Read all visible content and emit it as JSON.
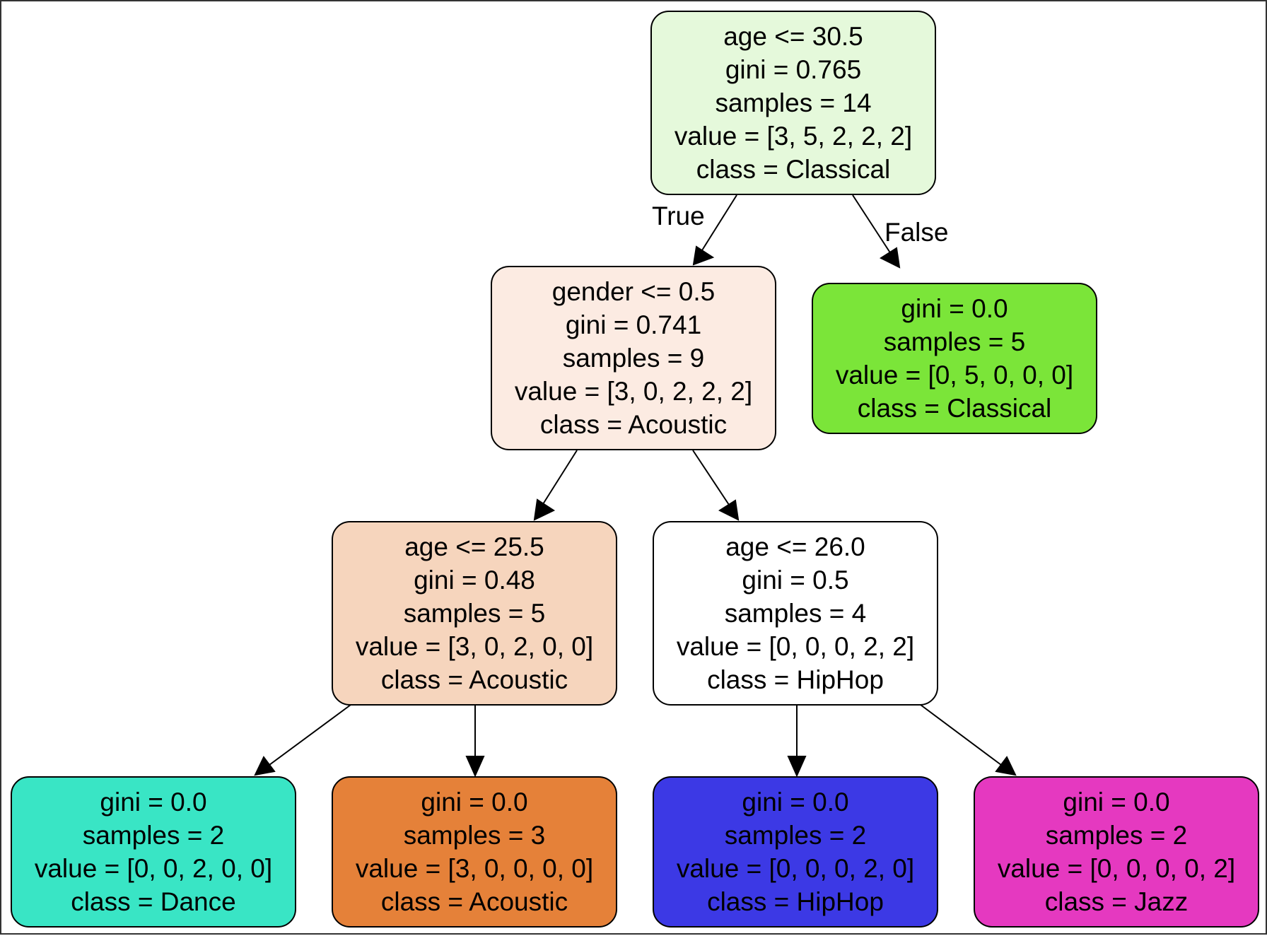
{
  "colors": {
    "root": "#e5f9db",
    "classical_leaf": "#7be539",
    "gender_node": "#fcebe2",
    "age255_node": "#f6d5bd",
    "age260_node": "#ffffff",
    "dance_leaf": "#39e5c5",
    "acoustic_leaf": "#e58139",
    "hiphop_leaf": "#3c39e5",
    "jazz_leaf": "#e539c0",
    "edge": "#000000"
  },
  "edge_labels": {
    "true_label": "True",
    "false_label": "False"
  },
  "tree": {
    "root": {
      "line1": "age <= 30.5",
      "line2": "gini = 0.765",
      "line3": "samples = 14",
      "line4": "value = [3, 5, 2, 2, 2]",
      "line5": "class = Classical"
    },
    "gender_node": {
      "line1": "gender <= 0.5",
      "line2": "gini = 0.741",
      "line3": "samples = 9",
      "line4": "value = [3, 0, 2, 2, 2]",
      "line5": "class = Acoustic"
    },
    "classical_leaf": {
      "line1": "gini = 0.0",
      "line2": "samples = 5",
      "line3": "value = [0, 5, 0, 0, 0]",
      "line4": "class = Classical"
    },
    "age255_node": {
      "line1": "age <= 25.5",
      "line2": "gini = 0.48",
      "line3": "samples = 5",
      "line4": "value = [3, 0, 2, 0, 0]",
      "line5": "class = Acoustic"
    },
    "age260_node": {
      "line1": "age <= 26.0",
      "line2": "gini = 0.5",
      "line3": "samples = 4",
      "line4": "value = [0, 0, 0, 2, 2]",
      "line5": "class = HipHop"
    },
    "dance_leaf": {
      "line1": "gini = 0.0",
      "line2": "samples = 2",
      "line3": "value = [0, 0, 2, 0, 0]",
      "line4": "class = Dance"
    },
    "acoustic_leaf": {
      "line1": "gini = 0.0",
      "line2": "samples = 3",
      "line3": "value = [3, 0, 0, 0, 0]",
      "line4": "class = Acoustic"
    },
    "hiphop_leaf": {
      "line1": "gini = 0.0",
      "line2": "samples = 2",
      "line3": "value = [0, 0, 0, 2, 0]",
      "line4": "class = HipHop"
    },
    "jazz_leaf": {
      "line1": "gini = 0.0",
      "line2": "samples = 2",
      "line3": "value = [0, 0, 0, 0, 2]",
      "line4": "class = Jazz"
    }
  }
}
